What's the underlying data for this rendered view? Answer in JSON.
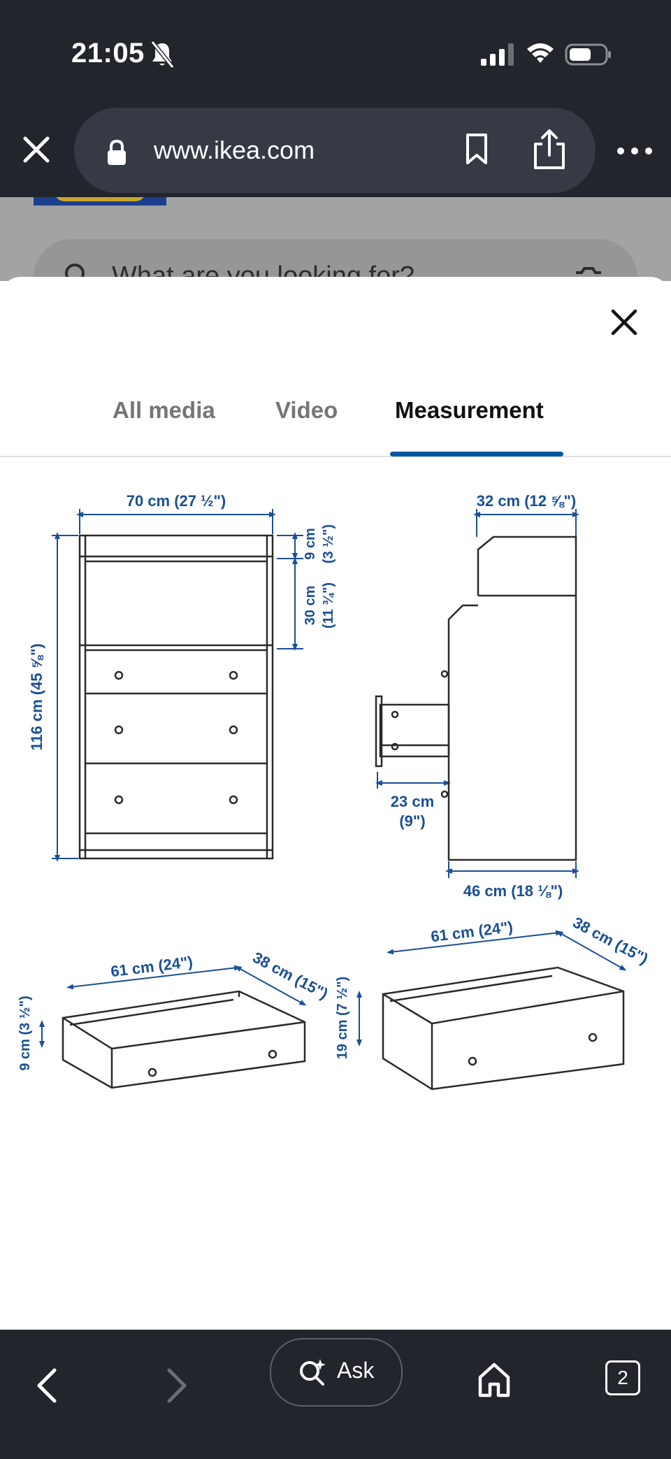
{
  "status_bar": {
    "time": "21:05"
  },
  "browser": {
    "url": "www.ikea.com"
  },
  "behind_page": {
    "search_placeholder": "What are you looking for?"
  },
  "modal": {
    "tabs": [
      {
        "label": "All media",
        "active": false
      },
      {
        "label": "Video",
        "active": false
      },
      {
        "label": "Measurement",
        "active": true
      }
    ]
  },
  "measurements": {
    "front_width": "70 cm (27 ½\")",
    "front_height": "116 cm (45 ⅝\")",
    "top_shelf_cm": "9 cm",
    "top_shelf_in": "(3 ½\")",
    "shelf_opening_cm": "30 cm",
    "shelf_opening_in": "(11 ¾\")",
    "side_top_depth": "32 cm (12 ⅝\")",
    "drawer_extension_cm": "23 cm",
    "drawer_extension_in": "(9\")",
    "side_depth": "46 cm (18 ⅛\")",
    "small_drawer_width": "61 cm (24\")",
    "small_drawer_depth": "38 cm (15\")",
    "small_drawer_height": "9 cm (3 ½\")",
    "large_drawer_width": "61 cm (24\")",
    "large_drawer_depth": "38 cm (15\")",
    "large_drawer_height": "19 cm (7 ½\")"
  },
  "bottom_bar": {
    "ask_label": "Ask",
    "tab_count": "2"
  },
  "colors": {
    "accent": "#0058a3",
    "dimension": "#1a4f95",
    "chrome": "#22252c"
  }
}
